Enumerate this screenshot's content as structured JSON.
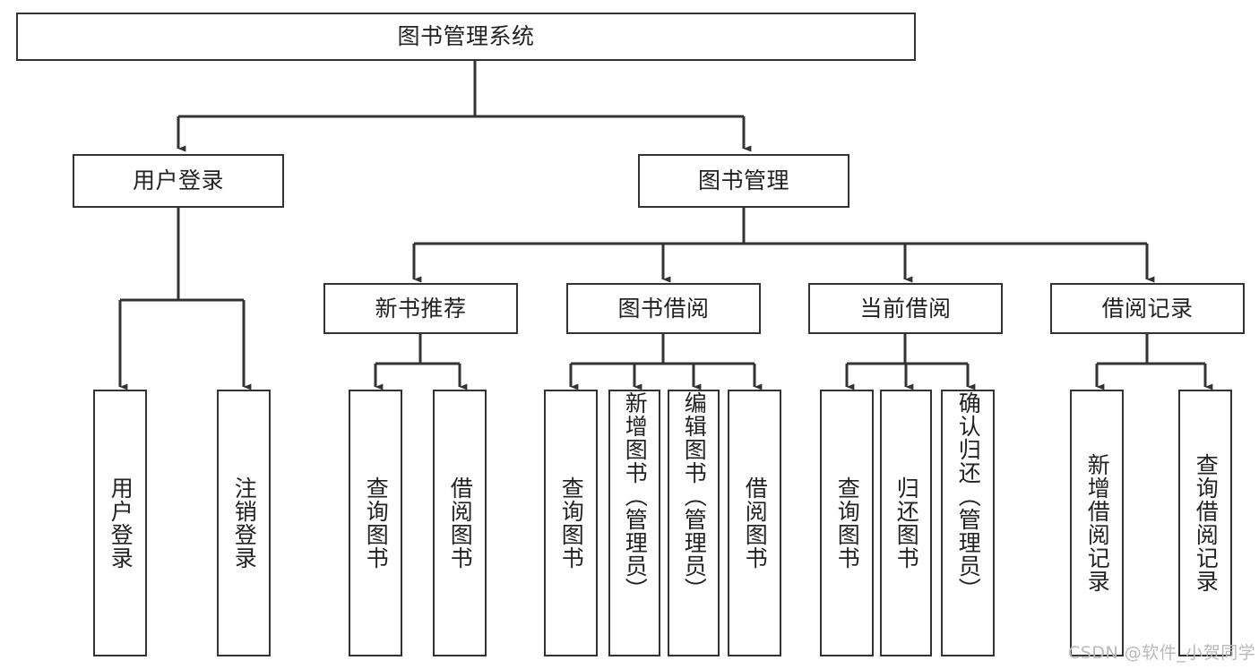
{
  "diagram": {
    "title": "图书管理系统",
    "type": "tree-hierarchy",
    "watermark": "CSDN @软件_小贺同学",
    "colors": {
      "background": "#ffffff",
      "border": "#333333",
      "text": "#222222",
      "watermark": "#b9b9b9"
    },
    "nodes": {
      "root": {
        "label": "图书管理系统"
      },
      "level2": [
        {
          "id": "user-login",
          "label": "用户登录"
        },
        {
          "id": "book-manage",
          "label": "图书管理"
        }
      ],
      "level3": [
        {
          "id": "new-book-recommend",
          "label": "新书推荐"
        },
        {
          "id": "book-borrow",
          "label": "图书借阅"
        },
        {
          "id": "current-borrow",
          "label": "当前借阅"
        },
        {
          "id": "borrow-record",
          "label": "借阅记录"
        }
      ],
      "leaves": {
        "user-login": [
          {
            "id": "leaf-user-login",
            "label": "用户登录"
          },
          {
            "id": "leaf-logout-login",
            "label": "注销登录"
          }
        ],
        "new-book-recommend": [
          {
            "id": "leaf-query-book-1",
            "label": "查询图书"
          },
          {
            "id": "leaf-borrow-book-1",
            "label": "借阅图书"
          }
        ],
        "book-borrow": [
          {
            "id": "leaf-query-book-2",
            "label": "查询图书"
          },
          {
            "id": "leaf-add-book",
            "label": "新增图书（管理员）"
          },
          {
            "id": "leaf-edit-book",
            "label": "编辑图书（管理员）"
          },
          {
            "id": "leaf-borrow-book-2",
            "label": "借阅图书"
          }
        ],
        "current-borrow": [
          {
            "id": "leaf-query-book-3",
            "label": "查询图书"
          },
          {
            "id": "leaf-return-book",
            "label": "归还图书"
          },
          {
            "id": "leaf-confirm-return",
            "label": "确认归还（管理员）"
          }
        ],
        "borrow-record": [
          {
            "id": "leaf-add-record",
            "label": "新增借阅记录"
          },
          {
            "id": "leaf-query-record",
            "label": "查询借阅记录"
          }
        ]
      }
    }
  }
}
